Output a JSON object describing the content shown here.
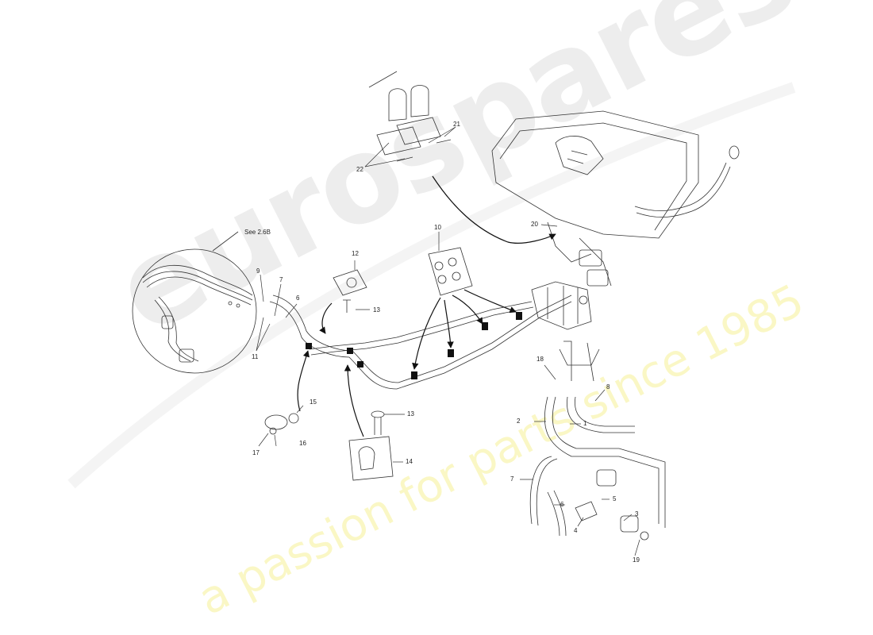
{
  "watermark": {
    "brand": "eurospares",
    "tagline": "a passion for parts since 1985",
    "brand_color": "#d8d8d8",
    "tagline_color": "#f4ef9a"
  },
  "callouts": {
    "c1": "1",
    "c2": "2",
    "c3": "3",
    "c4": "4",
    "c5": "5",
    "c6a": "6",
    "c6b": "6",
    "c7a": "7",
    "c7b": "7",
    "c8": "8",
    "c9": "9",
    "c10": "10",
    "c11": "11",
    "c12": "12",
    "c13a": "13",
    "c13b": "13",
    "c14": "14",
    "c15": "15",
    "c16": "16",
    "c17": "17",
    "c18": "18",
    "c19": "19",
    "c20": "20",
    "c21": "21",
    "c22": "22",
    "see_ref": "See 2.6B"
  },
  "colors": {
    "line": "#333333",
    "arrow": "#111111",
    "clip": "#111111"
  }
}
